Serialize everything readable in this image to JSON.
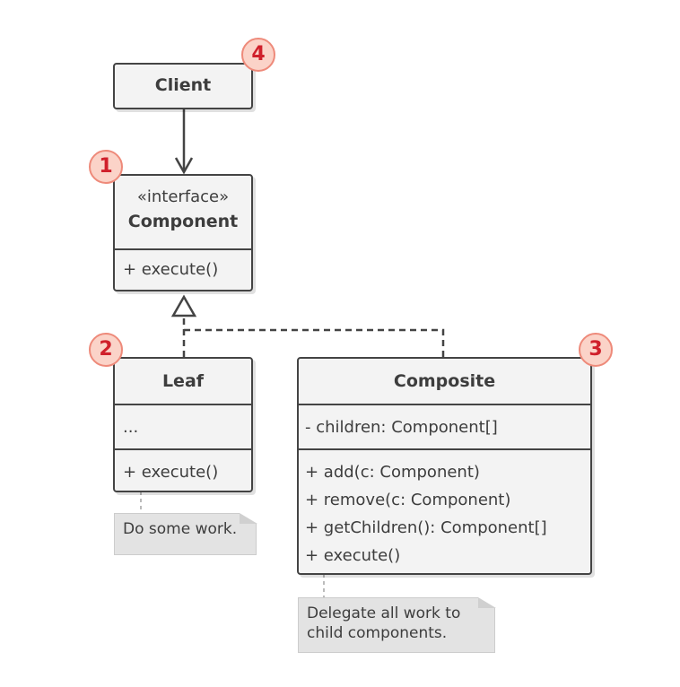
{
  "client": {
    "name": "Client",
    "badge": "4"
  },
  "component": {
    "stereotype": "«interface»",
    "name": "Component",
    "badge": "1",
    "methods": [
      "+ execute()"
    ]
  },
  "leaf": {
    "name": "Leaf",
    "badge": "2",
    "fields": [
      "..."
    ],
    "methods": [
      "+ execute()"
    ]
  },
  "composite": {
    "name": "Composite",
    "badge": "3",
    "fields": [
      "- children: Component[]"
    ],
    "methods": [
      "+ add(c: Component)",
      "+ remove(c: Component)",
      "+ getChildren(): Component[]",
      "+ execute()"
    ]
  },
  "notes": {
    "leaf": "Do some work.",
    "composite": "Delegate all work to child components."
  }
}
